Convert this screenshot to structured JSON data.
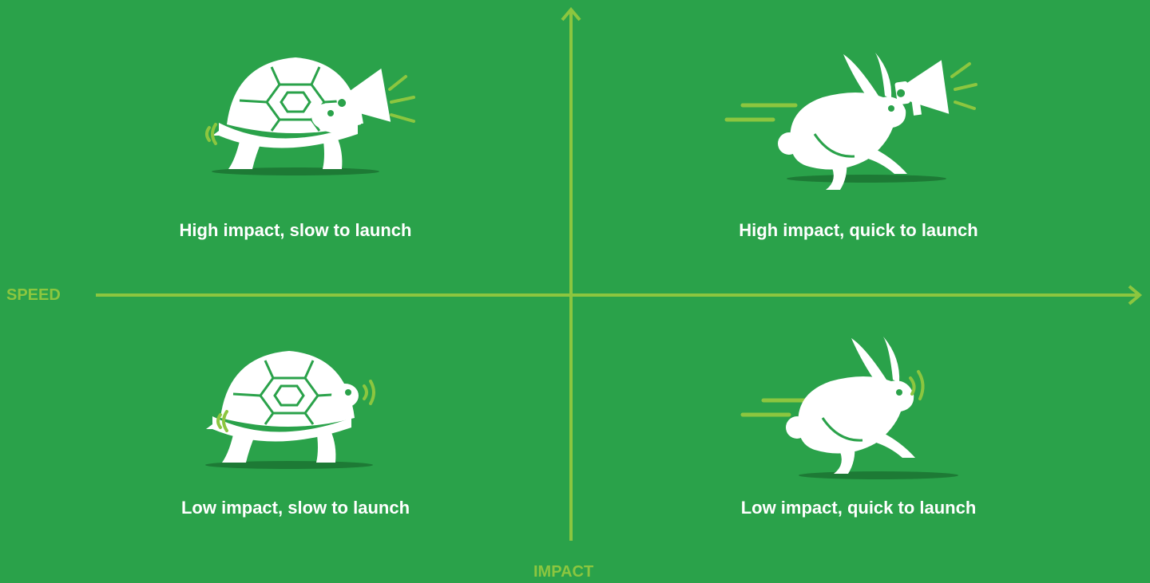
{
  "colors": {
    "background": "#2aa24a",
    "axis": "#8cc63f",
    "figure": "#ffffff",
    "shadow": "#1d7a35"
  },
  "axes": {
    "x_label": "SPEED",
    "y_label": "IMPACT"
  },
  "quadrants": {
    "top_left": {
      "caption": "High impact, slow to launch",
      "icon": "turtle-with-megaphone-icon"
    },
    "top_right": {
      "caption": "High impact, quick to launch",
      "icon": "rabbit-with-megaphone-icon"
    },
    "bottom_left": {
      "caption": "Low impact, slow to launch",
      "icon": "turtle-icon"
    },
    "bottom_right": {
      "caption": "Low impact, quick to launch",
      "icon": "rabbit-icon"
    }
  }
}
